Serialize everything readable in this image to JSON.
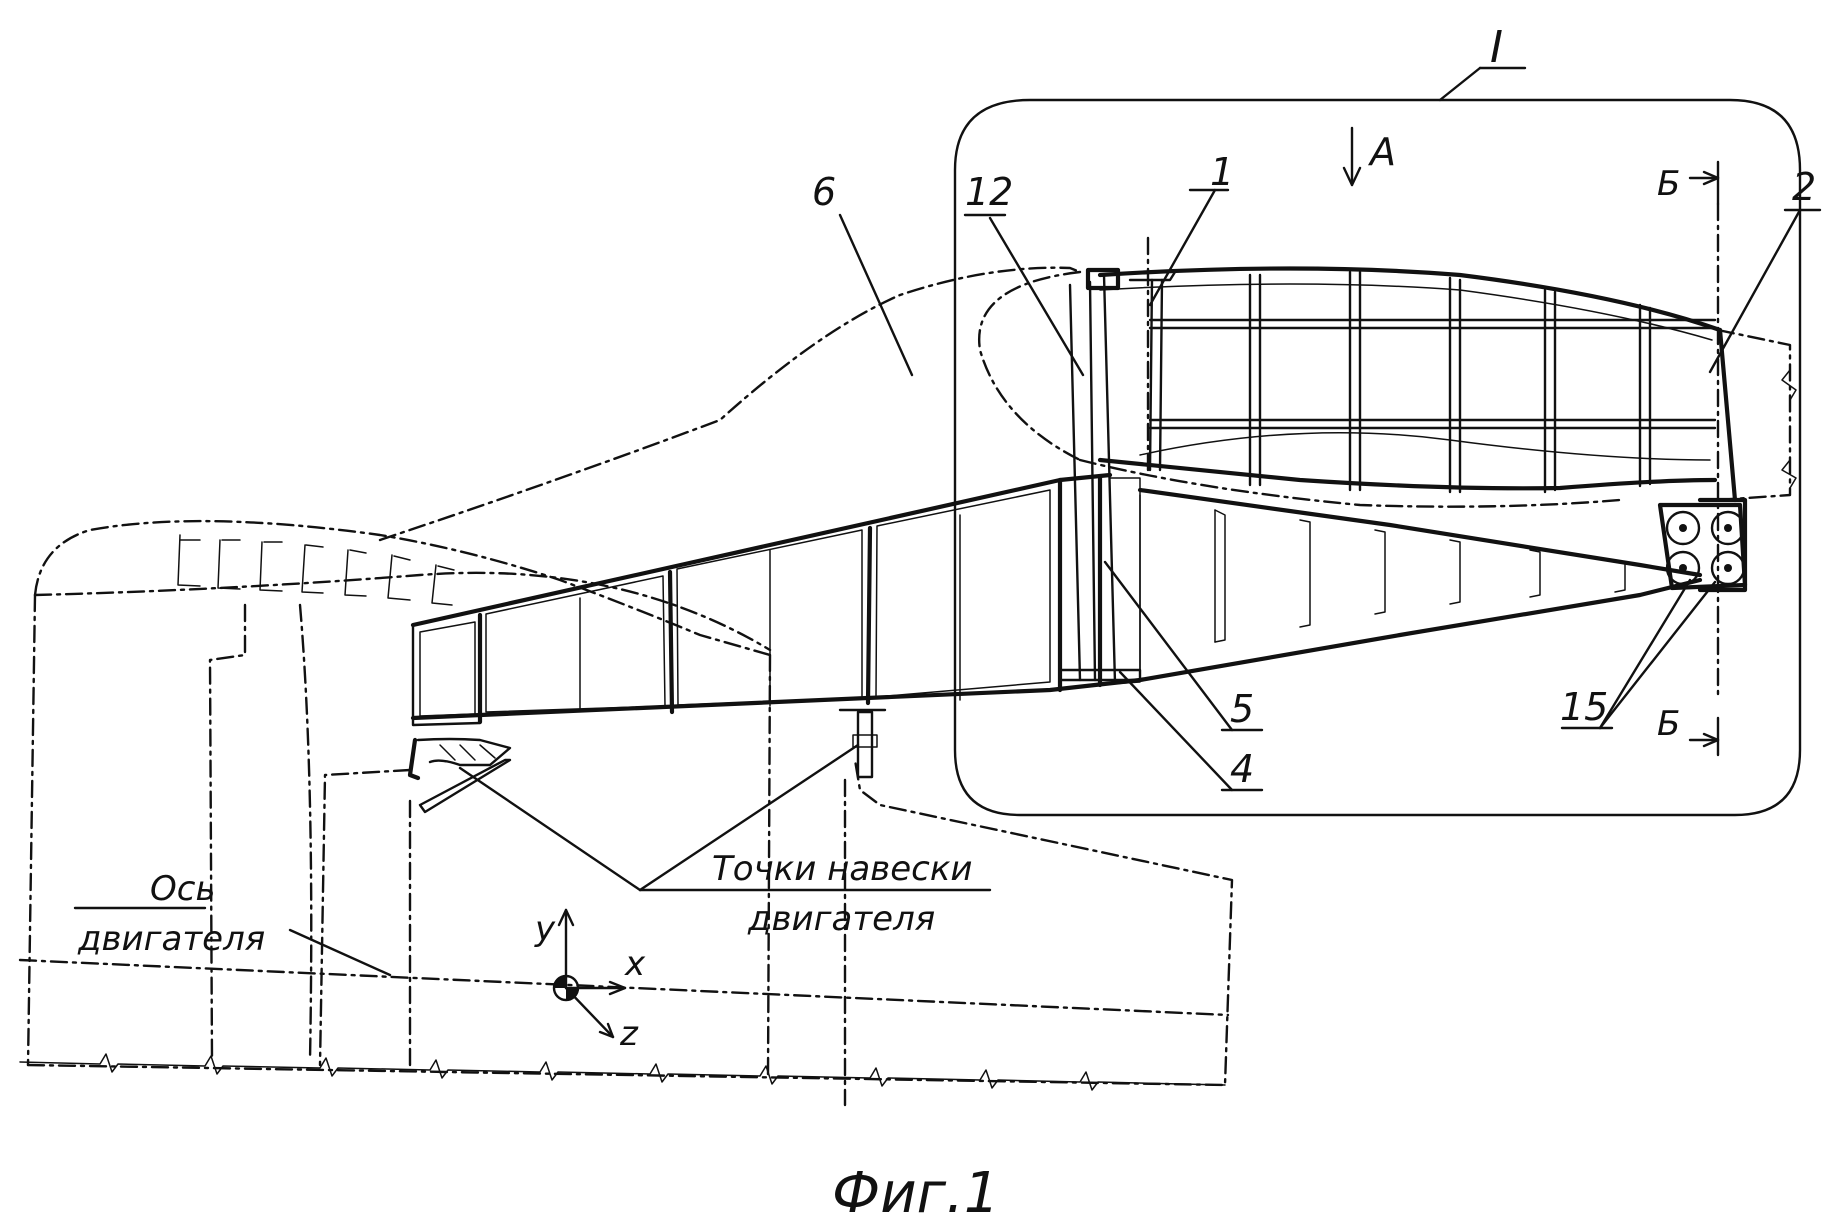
{
  "labels": {
    "detail_view": "I",
    "view_a": "A",
    "section_b_top": "Б",
    "section_b_bottom": "Б",
    "part_1": "1",
    "part_2": "2",
    "part_4": "4",
    "part_5": "5",
    "part_6": "6",
    "part_12": "12",
    "part_15": "15",
    "mount_points_line1": "Точки навески",
    "mount_points_line2": "двигателя",
    "engine_axis_line1": "Ось",
    "engine_axis_line2": "двигателя",
    "axis_x": "x",
    "axis_y": "y",
    "axis_z": "z"
  },
  "caption": "Фиг.1"
}
